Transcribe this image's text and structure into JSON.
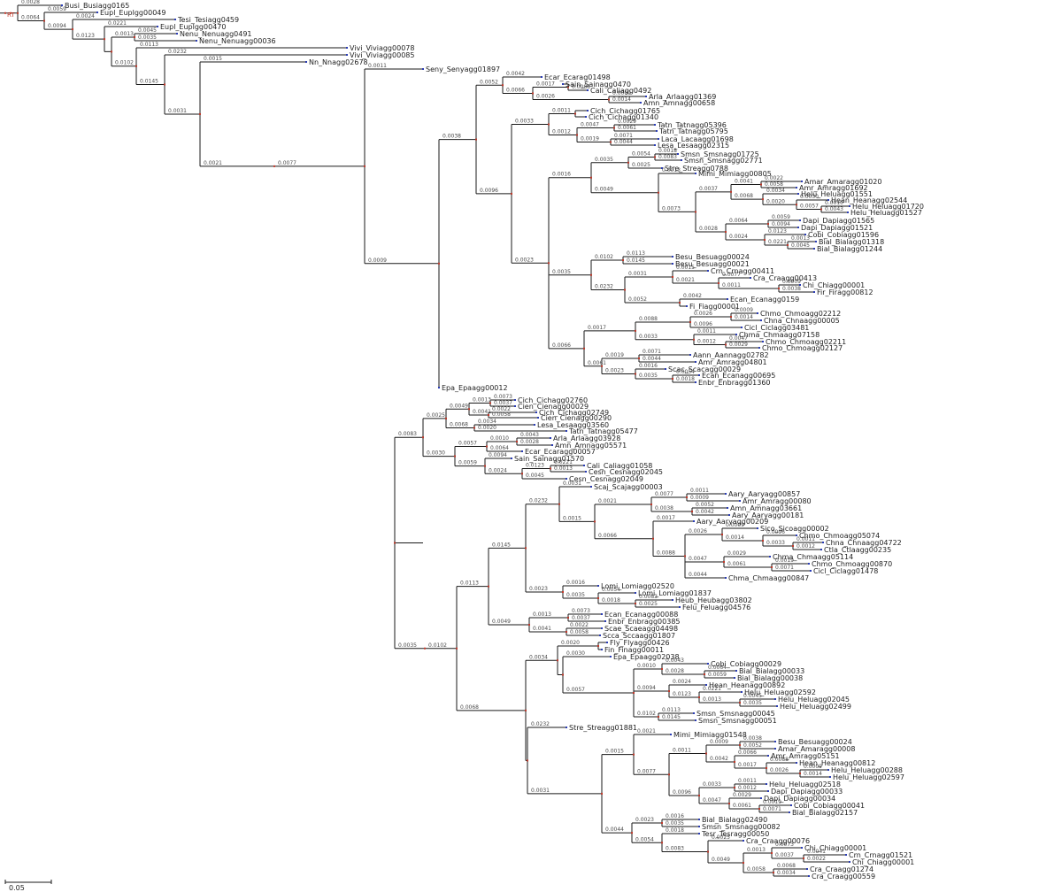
{
  "tree": {
    "root_marker": "RT",
    "scale_bar_label": "0.05",
    "colors": {
      "branch": "#1a1a1a",
      "node_marker": "#c0392b",
      "tip_marker": "#2a3cb5",
      "label": "#222222"
    },
    "tips": [
      "Busi_Busiagg0165",
      "Eupl_Euplgg00049",
      "Tesi_Tesiagg0459",
      "Eupl_Euplgg00470",
      "Nenu_Nenuagg0491",
      "Nenu_Nenuagg00036",
      "Vivi_Viviagg00078",
      "Vivi_Viviagg00085",
      "Nn_Nnagg02678",
      "Seny_Senyagg01897",
      "Ecar_Ecarag01498",
      "Sain_Sainagg0470",
      "Cali_Caliagg0492",
      "Arla_Arlaagg01369",
      "Amn_Amnagg00658",
      "Cich_Cichagg01765",
      "Cich_Cichagg01340",
      "Tatn_Tatnagg05396",
      "Tatn_Tatnagg05795",
      "Laca_Lacaagg01698",
      "Lesa_Lesaagg02315",
      "Smsn_Smsnagg01725",
      "Smsn_Smsnagg02771",
      "Stre_Streagg0788",
      "Mimi_Mimiagg00805",
      "Amar_Amaragg01020",
      "Amr_Amragg01692",
      "Helu_Heluagg01551",
      "Hean_Heanagg02544",
      "Helu_Heluagg01720",
      "Helu_Heluagg01527",
      "Dapi_Dapiagg01565",
      "Dapi_Dapiagg01521",
      "Cobi_Cobiagg01596",
      "Bial_Bialagg01318",
      "Bial_Bialagg01244",
      "Besu_Besuagg00024",
      "Besu_Besuagg00021",
      "Crn_Crnagg00411",
      "Cra_Craagg00413",
      "Chi_Chiagg00001",
      "Fir_Firagg00812",
      "Ecan_Ecanagg0159",
      "Fi_Fiagg00001",
      "Chmo_Chmoagg02212",
      "Chna_Chnaagg00005",
      "Cicl_Ciclagg03481",
      "Chma_Chmaagg07158",
      "Chmo_Chmoagg02211",
      "Chmo_Chmoagg02127",
      "Aann_Aannagg02782",
      "Amr_Amragg04801",
      "Scac_Scacagg00029",
      "Ecan_Ecanagg00695",
      "Enbr_Enbragg01360",
      "Epa_Epaagg00012",
      "Cich_Cichagg02760",
      "Cien_Cienagg00029",
      "Cich_Cichagg02749",
      "Cien_Cienagg00290",
      "Lesa_Lesaagg03560",
      "Tatn_Tatnagg05477",
      "Arla_Arlaagg03928",
      "Amn_Amnagg05571",
      "Ecar_Ecaragg00057",
      "Sain_Sainagg01570",
      "Cali_Caliagg01058",
      "Cesn_Cesnagg02045",
      "Cesn_Cesnagg02049",
      "Scaj_Scajagg00003",
      "Aary_Aaryagg00857",
      "Amr_Amragg00080",
      "Amn_Amnagg03661",
      "Aary_Aaryagg00181",
      "Aary_Aaryagg00209",
      "Sico_Sicoagg00002",
      "Chmo_Chmoagg05074",
      "Chna_Chnaagg04722",
      "Ctla_Ctlaagg00235",
      "Chma_Chmaagg05114",
      "Chmo_Chmoagg00870",
      "Cicl_Ciclagg01478",
      "Chma_Chmaagg00847",
      "Lomi_Lomiagg02520",
      "Lomi_Lomiagg01837",
      "Heub_Heubagg03802",
      "Felu_Feluagg04576",
      "Ecan_Ecanagg00088",
      "Enbr_Enbragg00385",
      "Scae_Scaeagg04498",
      "Scca_Sccaagg01807",
      "Fly_Flyagg00426",
      "Fin_Finagg00011",
      "Epa_Epaagg02038",
      "Cobi_Cobiagg00029",
      "Bial_Bialagg00033",
      "Bial_Bialagg00038",
      "Hean_Heanagg00892",
      "Helu_Heluagg02592",
      "Helu_Heluagg02045",
      "Helu_Heluagg02499",
      "Smsn_Smsnagg00045",
      "Smsn_Smsnagg00051",
      "Stre_Streagg01881",
      "Mimi_Mimiagg01548",
      "Besu_Besuagg00024",
      "Amar_Amaragg00008",
      "Amr_Amragg05151",
      "Hean_Heanagg00812",
      "Helu_Heluagg00288",
      "Helu_Heluagg02597",
      "Helu_Heluagg02518",
      "Dapi_Dapiagg00033",
      "Dapi_Dapiagg00034",
      "Cobi_Cobiagg00041",
      "Bial_Bialagg02157",
      "Bial_Bialagg02490",
      "Smsn_Smsnagg00082",
      "Tesr_Tesragg00050",
      "Cra_Craagg00076",
      "Chi_Chiagg00001",
      "Crn_Crnagg01521",
      "Chi_Chiagg00001",
      "Cra_Craagg01274",
      "Cra_Craagg00559",
      "Fi_Fiagg00001"
    ],
    "branch_labels": [
      "0.0028",
      "0.0064",
      "0.0059",
      "0.0094",
      "0.0024",
      "0.0123",
      "0.0221",
      "0.0013",
      "0.0045",
      "0.0035",
      "0.0102",
      "0.0113",
      "0.0145",
      "0.0232",
      "0.0031",
      "0.0015",
      "0.0021",
      "0.0077",
      "0.0011",
      "0.0009",
      "0.0038",
      "0.0052",
      "0.0042",
      "0.0066",
      "0.0017",
      "0.0088",
      "0.0026",
      "0.0009",
      "0.0014",
      "0.0096",
      "0.0033",
      "0.0011",
      "0.0012",
      "0.0047",
      "0.0029",
      "0.0061",
      "0.0019",
      "0.0071",
      "0.0044",
      "0.0023",
      "0.0016",
      "0.0035",
      "0.0054",
      "0.0018",
      "0.0083",
      "0.0025",
      "0.0049",
      "0.0013",
      "0.0073",
      "0.0037",
      "0.0041",
      "0.0022",
      "0.0058",
      "0.0068",
      "0.0034",
      "0.0020",
      "0.0030",
      "0.0057",
      "0.0010",
      "0.0043"
    ]
  }
}
